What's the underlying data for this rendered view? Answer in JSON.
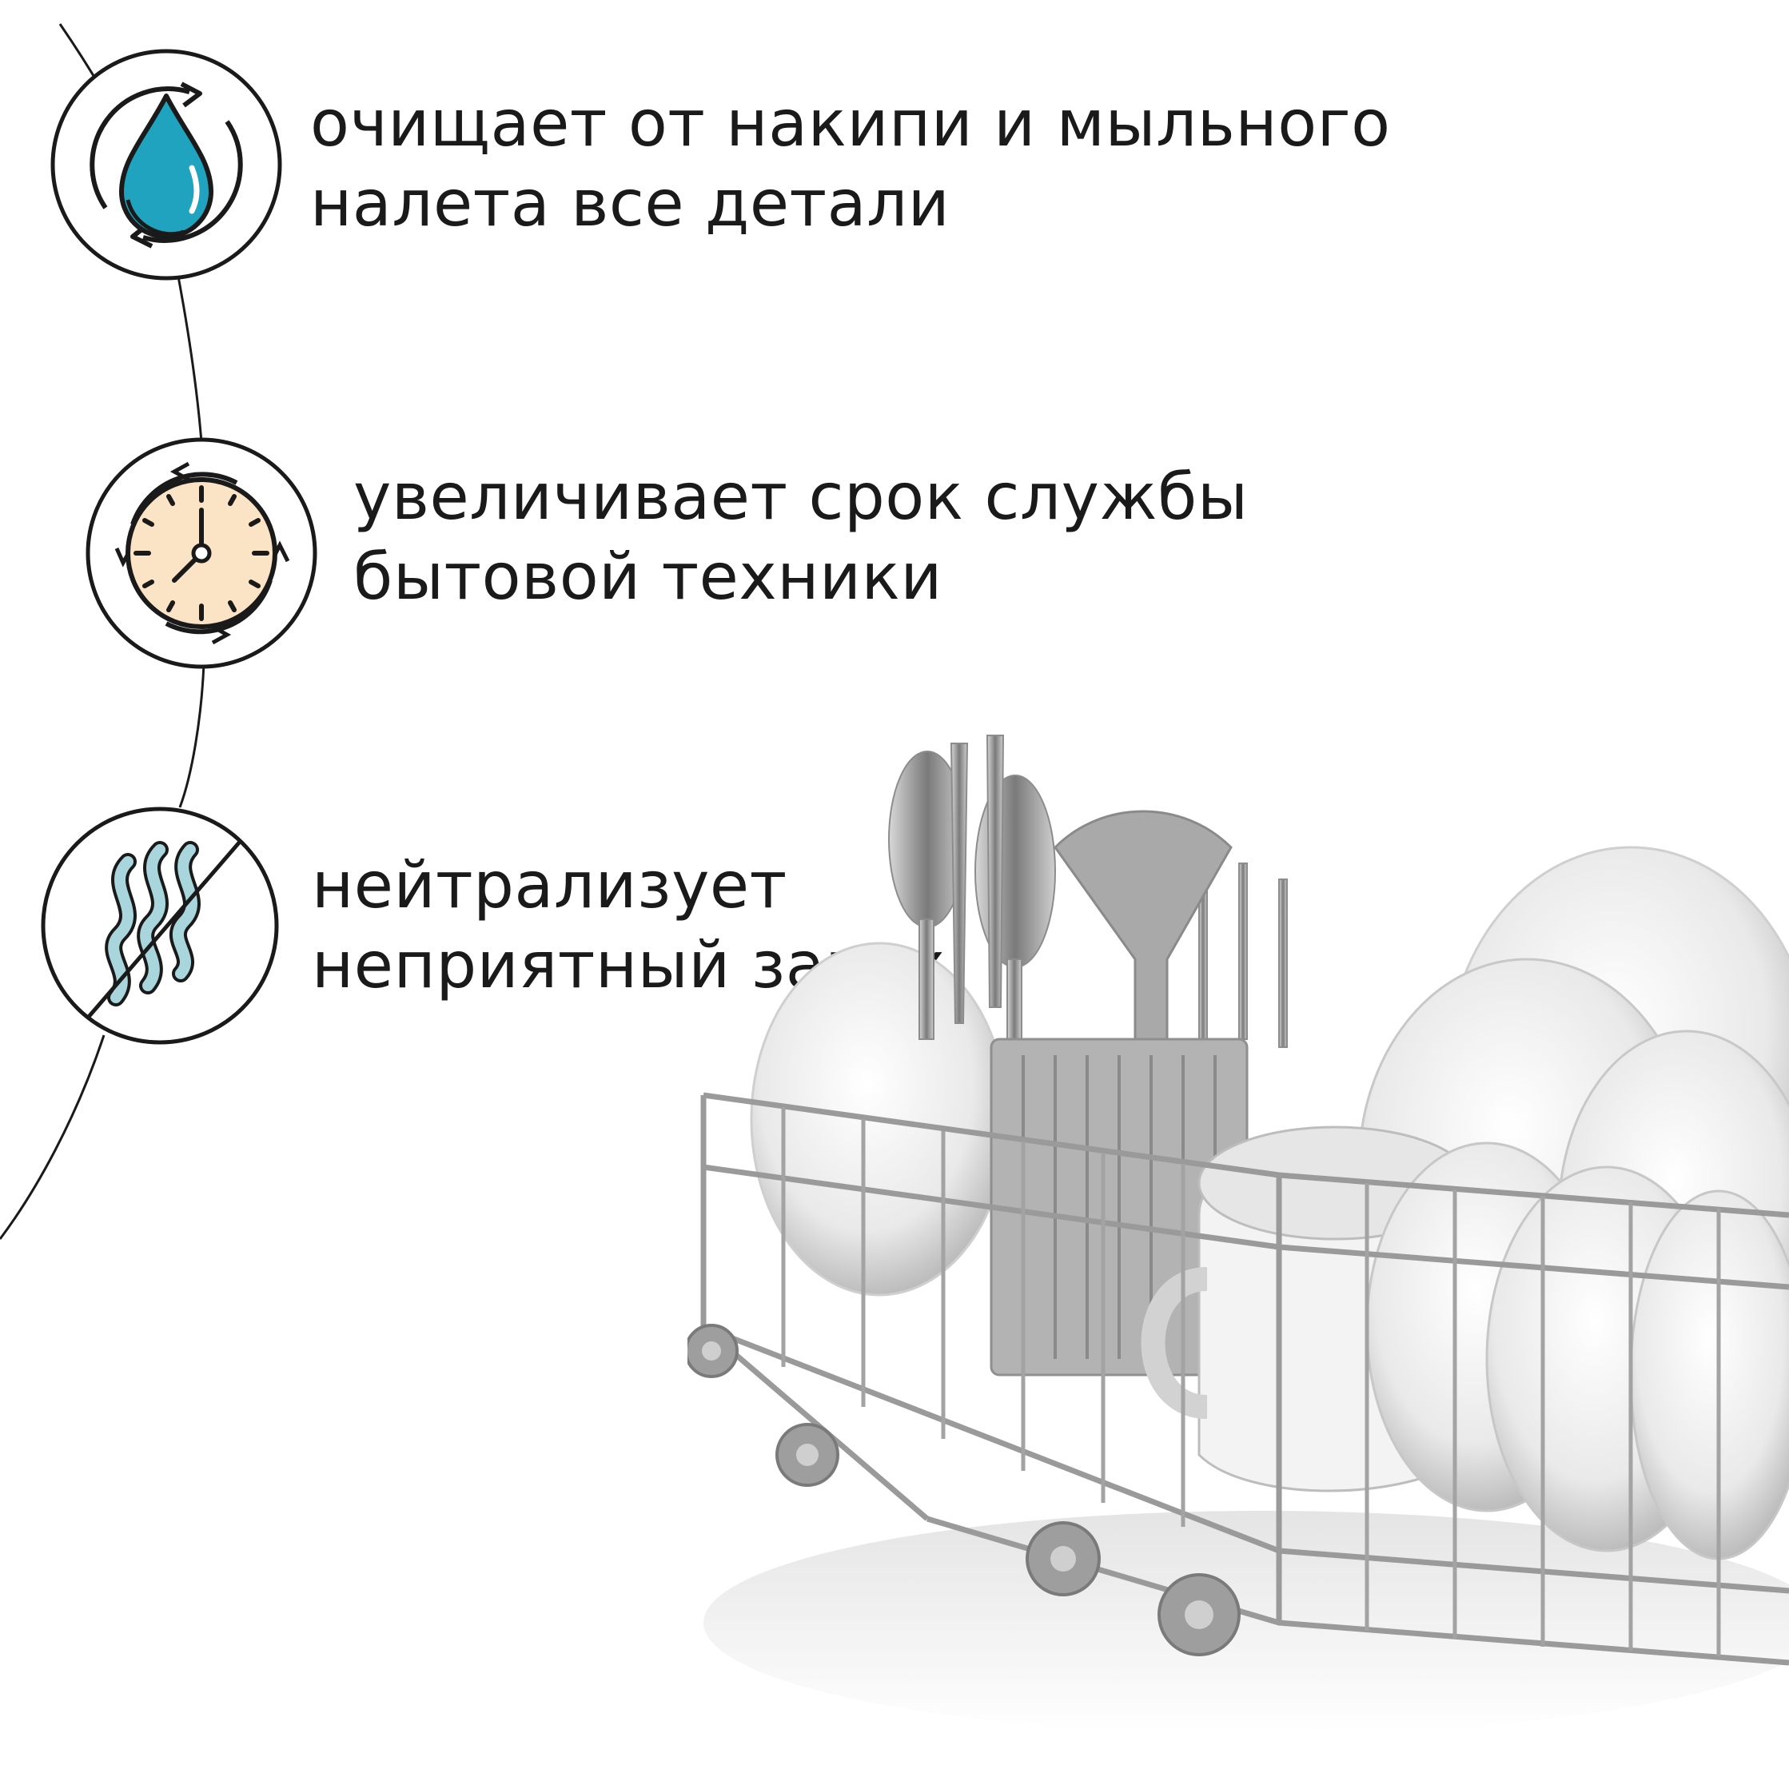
{
  "benefits": [
    {
      "icon": "water-drop-cycle-icon",
      "lines": [
        "очищает от накипи и мыльного",
        "налета все детали"
      ]
    },
    {
      "icon": "clock-cycle-icon",
      "lines": [
        "увеличивает срок службы",
        "бытовой техники"
      ]
    },
    {
      "icon": "no-odor-icon",
      "lines": [
        "нейтрализует",
        "неприятный запах"
      ]
    }
  ],
  "colors": {
    "text": "#1a1a1a",
    "drop": "#1fa3bf",
    "clock_face": "#fbe3c6",
    "steam": "#a9d6dd",
    "line": "#1a1a1a"
  }
}
